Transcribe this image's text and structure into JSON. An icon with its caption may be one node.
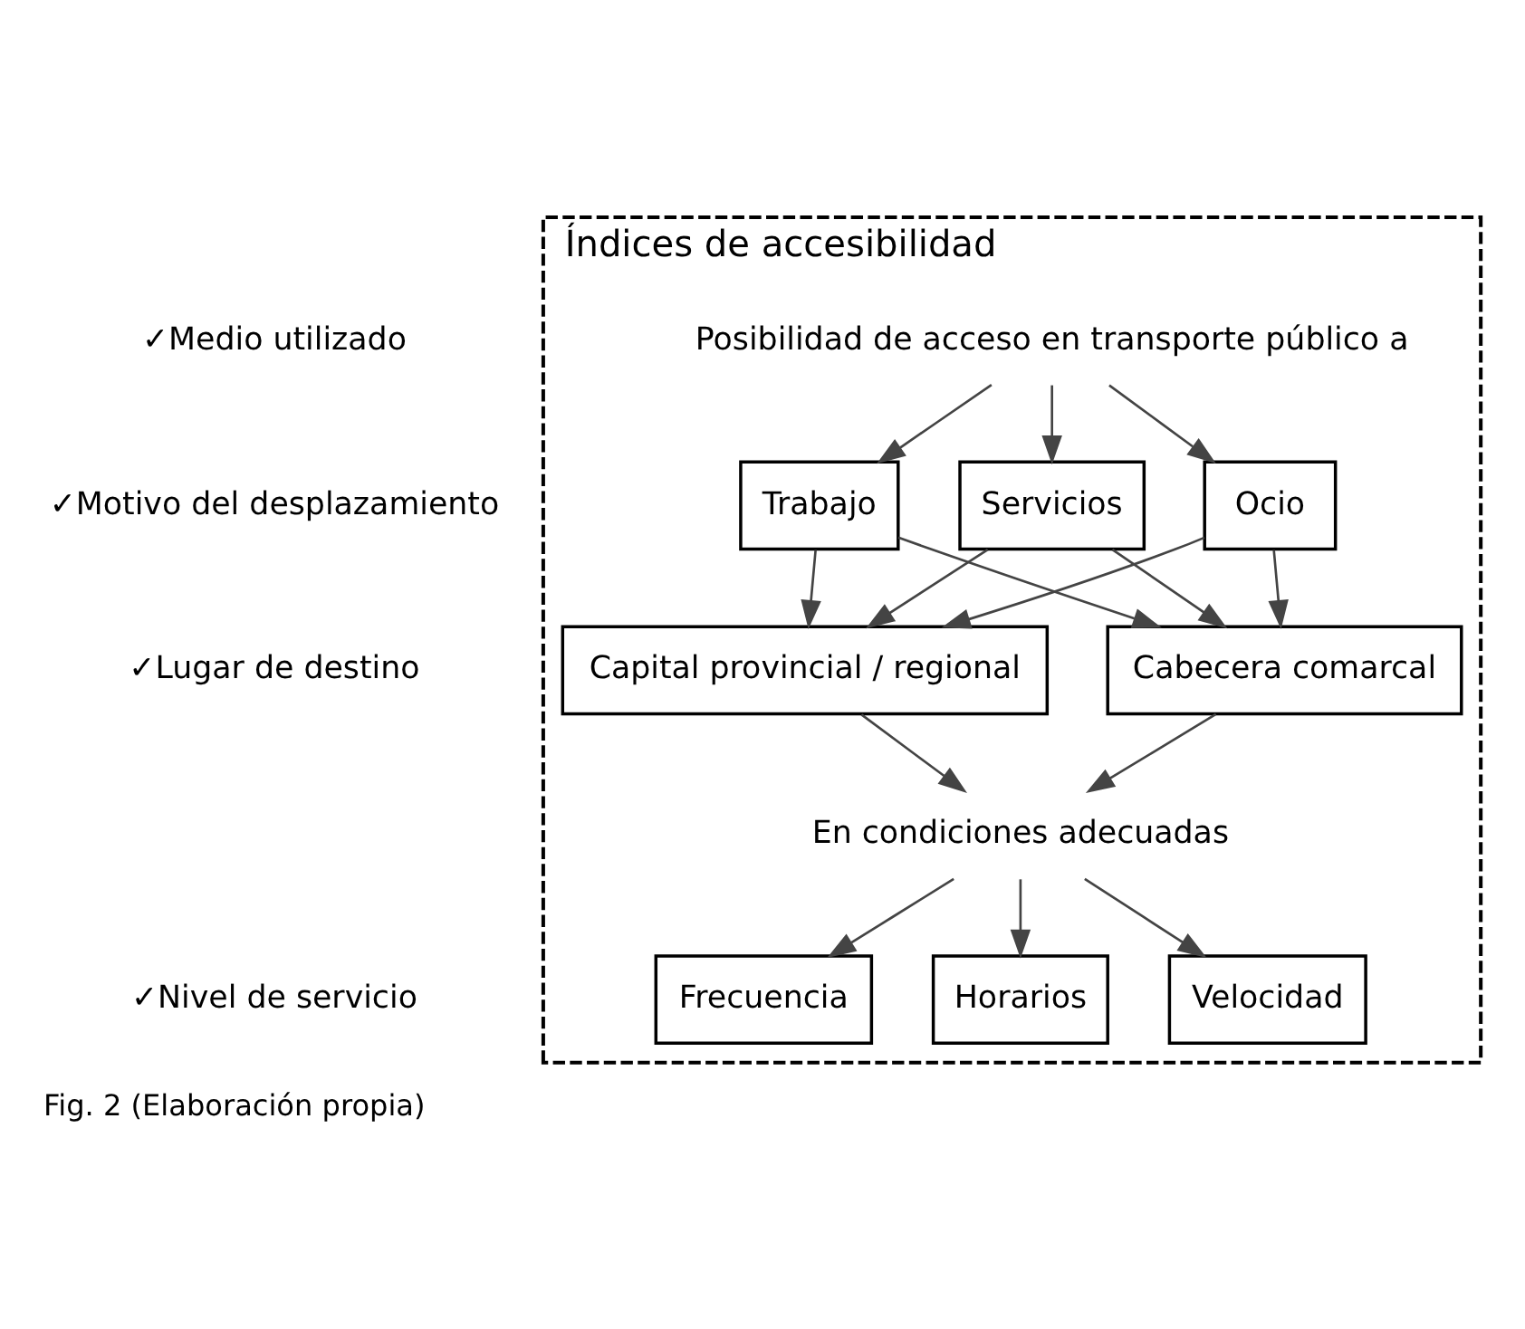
{
  "diagram": {
    "caption": "Fig. 2 (Elaboración propia)",
    "nodes": [
      {
        "text": [
          "Índices de accesibilidad"
        ]
      },
      {
        "text": [
          "Posibilidad de acceso en transporte público a"
        ],
        "in": 0
      },
      {
        "text": [
          "Trabajo"
        ],
        "in": 0
      },
      {
        "text": [
          "Servicios"
        ],
        "in": 0
      },
      {
        "text": [
          "Ocio"
        ],
        "in": 0
      },
      {
        "text": [
          "Capital provincial / regional"
        ],
        "in": 0
      },
      {
        "text": [
          "Cabecera comarcal"
        ],
        "in": 0
      },
      {
        "text": [
          "En condiciones adecuadas"
        ],
        "in": 0
      },
      {
        "text": [
          "Horarios"
        ],
        "in": 0
      },
      {
        "text": [
          "Velocidad"
        ],
        "in": 0
      },
      {
        "text": [
          "Frecuencia"
        ],
        "in": 0
      }
    ],
    "edges": [
      {
        "from": 1,
        "to": 2,
        "arrow": "to"
      },
      {
        "from": 1,
        "to": 3,
        "arrow": "to"
      },
      {
        "from": 1,
        "to": 4,
        "arrow": "to"
      },
      {
        "from": 2,
        "to": 5,
        "arrow": "to"
      },
      {
        "from": 2,
        "to": 6,
        "arrow": "to"
      },
      {
        "from": 3,
        "to": 5,
        "arrow": "to"
      },
      {
        "from": 3,
        "to": 6,
        "arrow": "to"
      },
      {
        "from": 4,
        "to": 5,
        "arrow": "to"
      },
      {
        "from": 4,
        "to": 6,
        "arrow": "to"
      },
      {
        "from": 5,
        "to": 7,
        "arrow": "to"
      },
      {
        "from": 6,
        "to": 7,
        "arrow": "to"
      },
      {
        "from": 7,
        "to": 8,
        "arrow": "to"
      },
      {
        "from": 7,
        "to": 9,
        "arrow": "to"
      },
      {
        "from": 7,
        "to": 10,
        "arrow": "to"
      }
    ],
    "labels": [
      "✓Medio utilizado",
      "✓Motivo del desplazamiento",
      "✓Lugar de destino",
      "✓Nivel de servicio"
    ]
  }
}
